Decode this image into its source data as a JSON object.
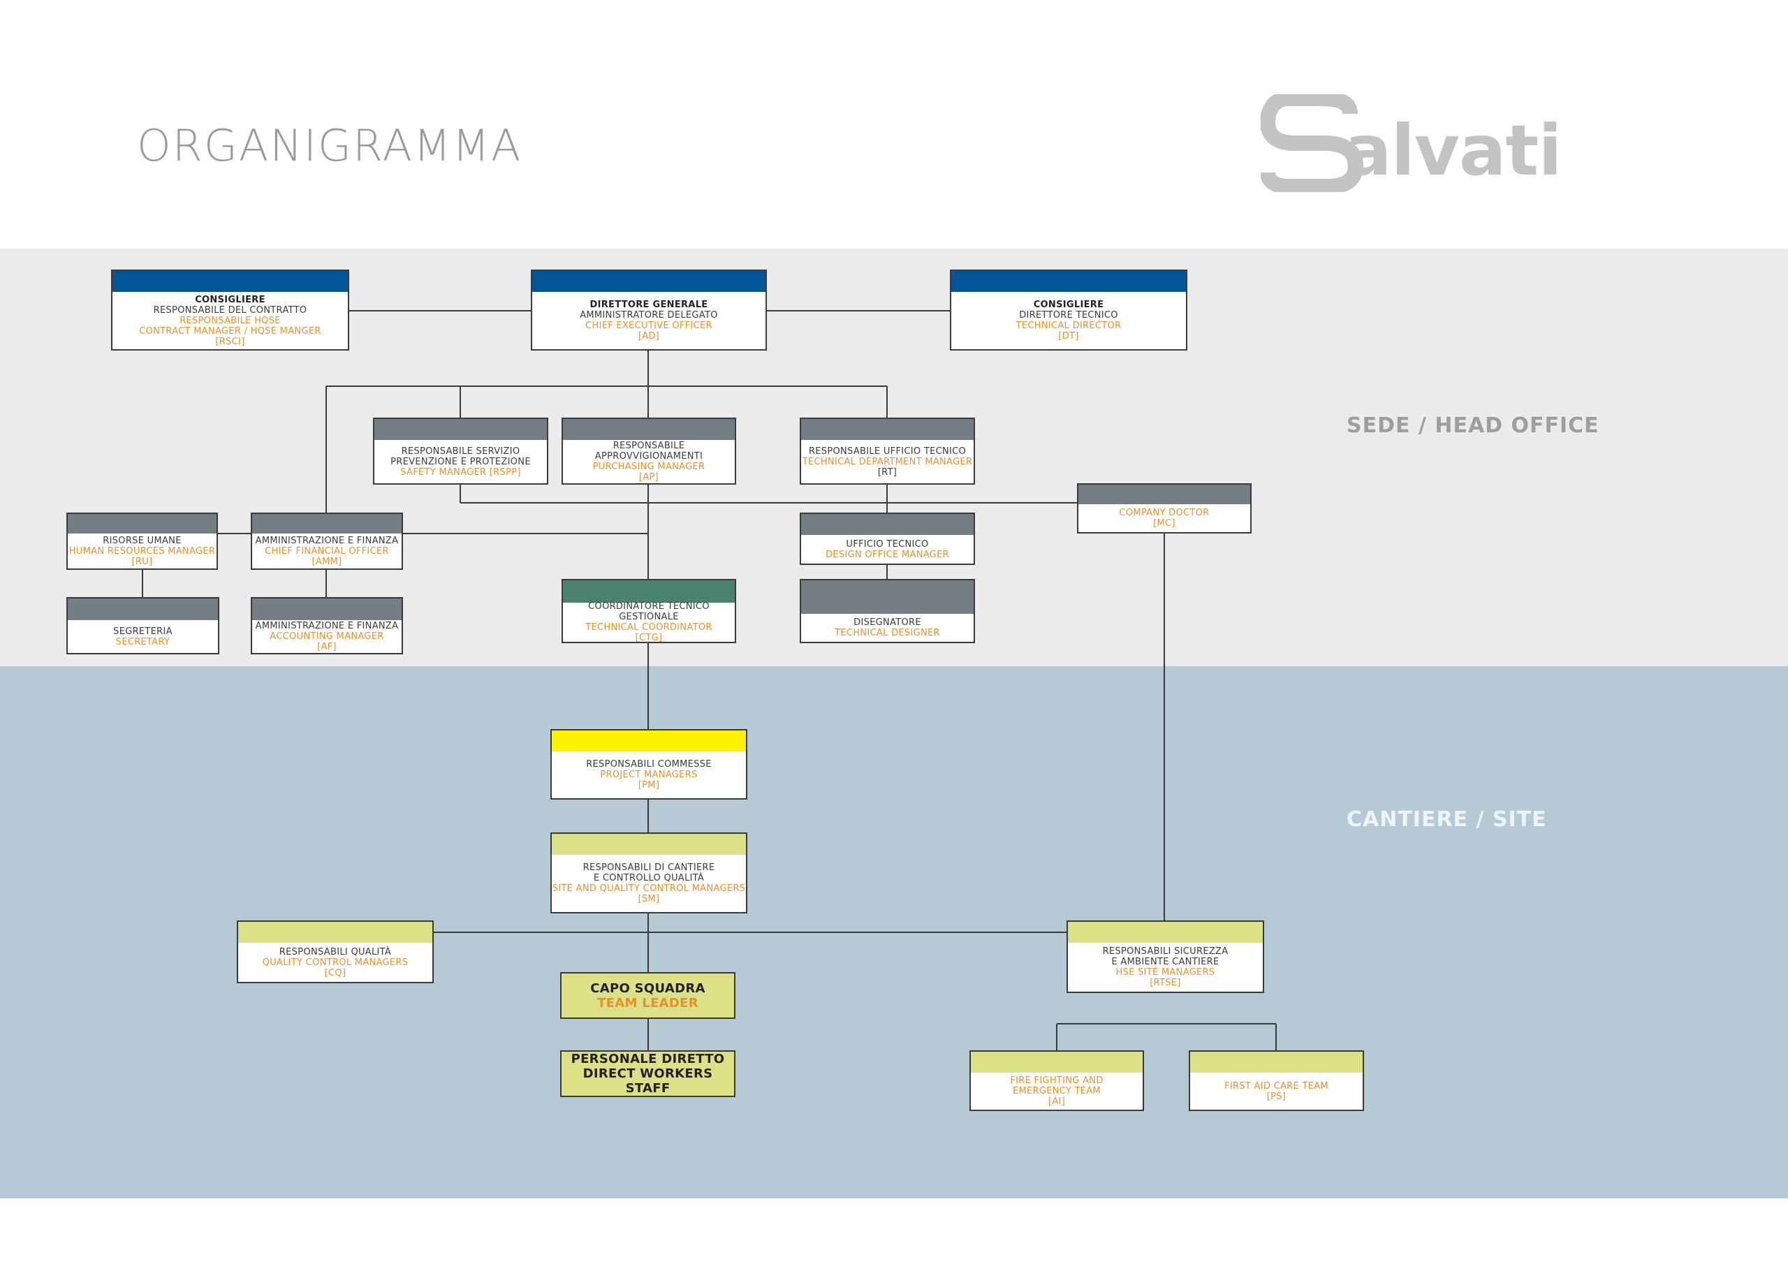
{
  "title": "ORGANIGRAMMA",
  "logo": {
    "text": "Salvati"
  },
  "sections": {
    "head_office": "SEDE / HEAD OFFICE",
    "site": "CANTIERE / SITE"
  },
  "colors": {
    "blue": "#005696",
    "grey": "#737d84",
    "green": "#4a8270",
    "yellow": "#fff200",
    "lime": "#dce187",
    "orange": "#e8902a",
    "head_band": "#eaebea",
    "site_band": "#b5cad4"
  },
  "boxes": {
    "rsci": {
      "lines": [
        "CONSIGLIERE",
        "RESPONSABILE DEL CONTRATTO",
        "RESPONSABILE HQSE",
        "CONTRACT MANAGER / HQSE MANGER",
        "[RSCI]"
      ]
    },
    "ad": {
      "lines": [
        "DIRETTORE GENERALE",
        "AMMINISTRATORE DELEGATO",
        "CHIEF EXECUTIVE OFFICER",
        "[AD]"
      ]
    },
    "dt": {
      "lines": [
        "CONSIGLIERE",
        "DIRETTORE TECNICO",
        "TECHNICAL DIRECTOR",
        "[DT]"
      ]
    },
    "rspp": {
      "lines": [
        "RESPONSABILE SERVIZIO",
        "PREVENZIONE E PROTEZIONE",
        "SAFETY MANAGER [RSPP]"
      ]
    },
    "ap": {
      "lines": [
        "RESPONSABILE APPROVVIGIONAMENTI",
        "PURCHASING MANAGER",
        "[AP]"
      ]
    },
    "rt": {
      "lines": [
        "RESPONSABILE UFFICIO TECNICO",
        "TECHNICAL DEPARTMENT MANAGER",
        "[RT]"
      ]
    },
    "mc": {
      "lines": [
        "COMPANY DOCTOR",
        "[MC]"
      ]
    },
    "ru": {
      "lines": [
        "RISORSE UMANE",
        "HUMAN RESOURCES MANAGER",
        "[RU]"
      ]
    },
    "amm": {
      "lines": [
        "AMMINISTRAZIONE E FINANZA",
        "CHIEF FINANCIAL OFFICER",
        "[AMM]"
      ]
    },
    "ut": {
      "lines": [
        "UFFICIO TECNICO",
        "DESIGN OFFICE MANAGER"
      ]
    },
    "sec": {
      "lines": [
        "SEGRETERIA",
        "SECRETARY"
      ]
    },
    "af": {
      "lines": [
        "AMMINISTRAZIONE E FINANZA",
        "ACCOUNTING MANAGER",
        "[AF]"
      ]
    },
    "ctg": {
      "lines": [
        "COORDINATORE TECNICO GESTIONALE",
        "TECHNICAL COORDINATOR",
        "[CTG]"
      ]
    },
    "dis": {
      "lines": [
        "DISEGNATORE",
        "TECHNICAL DESIGNER"
      ]
    },
    "pm": {
      "lines": [
        "RESPONSABILI COMMESSE",
        "PROJECT MANAGERS",
        "[PM]"
      ]
    },
    "sm": {
      "lines": [
        "RESPONSABILI DI CANTIERE",
        "E CONTROLLO QUALITÀ",
        "SITE AND QUALITY CONTROL MANAGERS",
        "[SM]"
      ]
    },
    "cq": {
      "lines": [
        "RESPONSABILI QUALITÀ",
        "QUALITY CONTROL MANAGERS",
        "[CQ]"
      ]
    },
    "rtse": {
      "lines": [
        "RESPONSABILI SICUREZZA",
        "E AMBIENTE CANTIERE",
        "HSE SITE MANAGERS",
        "[RTSE]"
      ]
    },
    "capo": {
      "lines": [
        "CAPO SQUADRA",
        "TEAM LEADER"
      ]
    },
    "pers": {
      "lines": [
        "PERSONALE DIRETTO",
        "DIRECT WORKERS STAFF"
      ]
    },
    "ai": {
      "lines": [
        "FIRE FIGHTING AND",
        "EMERGENCY TEAM",
        "[AI]"
      ]
    },
    "ps": {
      "lines": [
        "FIRST AID CARE TEAM",
        "[PS]"
      ]
    }
  }
}
